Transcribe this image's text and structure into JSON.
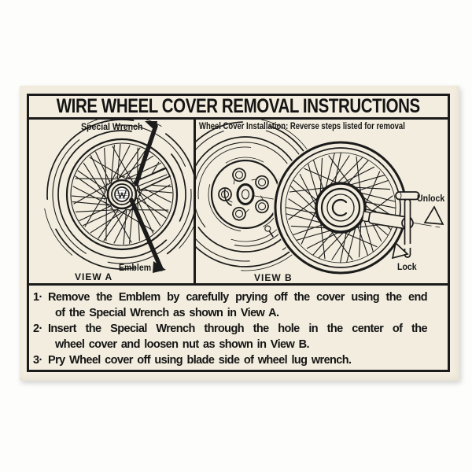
{
  "card": {
    "title": "WIRE WHEEL COVER REMOVAL INSTRUCTIONS",
    "background": "#f2edde",
    "ink": "#1b1b1b"
  },
  "view_a": {
    "caption": "VIEW A",
    "labels": {
      "special_wrench": "Special Wrench",
      "emblem": "Emblem"
    }
  },
  "view_b": {
    "caption": "VIEW B",
    "header": "Wheel Cover Installation: Reverse steps listed for removal",
    "labels": {
      "unlock": "Unlock",
      "lock": "Lock"
    }
  },
  "steps": [
    {
      "num": "1·",
      "lines": [
        "Remove the Emblem by carefully prying off the cover using the end",
        "of the Special Wrench as shown in View A."
      ]
    },
    {
      "num": "2·",
      "lines": [
        "Insert the Special Wrench through the hole in the center of the",
        "wheel cover and loosen nut as shown in View B."
      ]
    },
    {
      "num": "3·",
      "lines": [
        "Pry Wheel cover off using blade side of wheel lug wrench."
      ]
    }
  ]
}
